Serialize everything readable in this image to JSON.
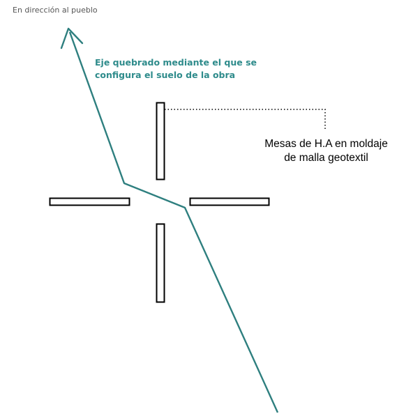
{
  "labels": {
    "direction": "En dirección al pueblo",
    "axis_line1": "Eje quebrado mediante el que se",
    "axis_line2": "configura el suelo de la obra",
    "mesas_line1": "Mesas de H.A en moldaje",
    "mesas_line2": "de malla geotextil"
  },
  "colors": {
    "axis": "#2e7f7f",
    "axis_text": "#2e8b8b",
    "table_stroke": "#000000",
    "leader": "#000000"
  }
}
